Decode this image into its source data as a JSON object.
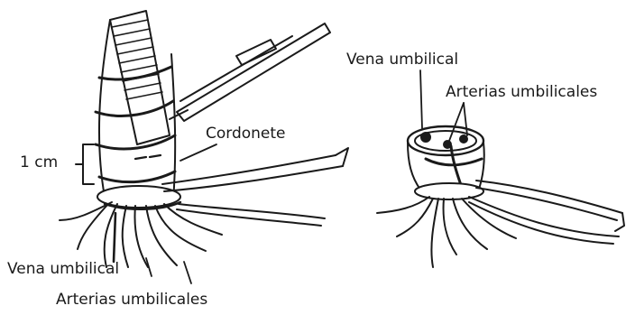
{
  "labels": {
    "scale": "1 cm",
    "tie": "Cordonete",
    "vein_left": "Vena umbilical",
    "arteries_left": "Arterias umbilicales",
    "vein_right": "Vena umbilical",
    "arteries_right": "Arterias umbilicales"
  },
  "colors": {
    "ink": "#1a1a1a",
    "background": "#ffffff"
  }
}
